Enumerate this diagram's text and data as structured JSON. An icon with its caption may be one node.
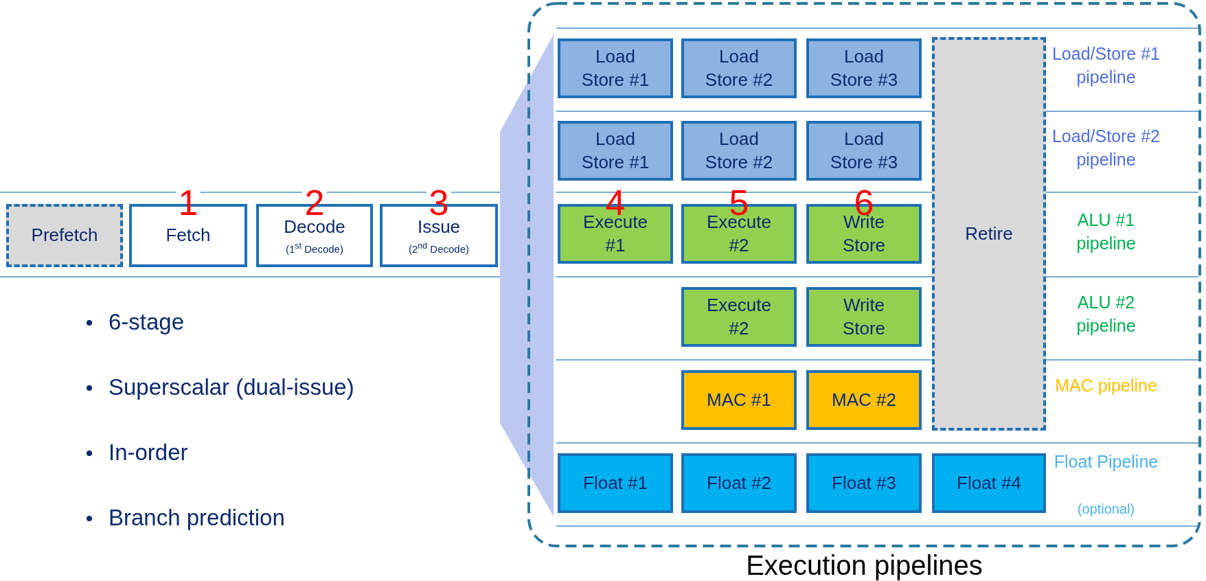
{
  "diagram": {
    "nodes": [
      {
        "text": [
          "Prefetch"
        ]
      },
      {
        "text": [
          "Fetch"
        ],
        "beside": [
          "1"
        ]
      },
      {
        "text": [
          "Decode",
          "(1$^{st}$ Decode)"
        ],
        "beside": [
          "2"
        ]
      },
      {
        "text": [
          "Issue",
          "(2$^{nd}$ Decode)"
        ],
        "beside": [
          "3"
        ]
      },
      {
        "text": [
          "Execution pipelines"
        ]
      },
      {
        "text": [
          "Load Store #1"
        ],
        "in": 4
      },
      {
        "text": [
          "Load Store #2"
        ],
        "in": 4
      },
      {
        "text": [
          "Load Store #3"
        ],
        "in": 4
      },
      {
        "text": [
          "Retire"
        ],
        "in": 4
      },
      {
        "text": [
          "Load Store #1"
        ],
        "in": 4
      },
      {
        "text": [
          "Load Store #2"
        ],
        "in": 4
      },
      {
        "text": [
          "Load Store #3"
        ],
        "in": 4
      },
      {
        "text": [
          "Execute #1"
        ],
        "in": 4,
        "beside": [
          "4"
        ]
      },
      {
        "text": [
          "Execute #2"
        ],
        "in": 4,
        "beside": [
          "5"
        ]
      },
      {
        "text": [
          "Write Store"
        ],
        "in": 4,
        "beside": [
          "6"
        ]
      },
      {
        "text": [
          "Execute #2"
        ],
        "in": 4
      },
      {
        "text": [
          "Write Store"
        ],
        "in": 4
      },
      {
        "text": [
          "MAC #1"
        ],
        "in": 4
      },
      {
        "text": [
          "MAC #2"
        ],
        "in": 4
      },
      {
        "text": [
          "Float #1"
        ],
        "in": 4
      },
      {
        "text": [
          "Float #2"
        ],
        "in": 4
      },
      {
        "text": [
          "Float #3"
        ],
        "in": 4
      },
      {
        "text": [
          "Float #4"
        ],
        "in": 4
      },
      {
        "text": [],
        "shape": "trapezoid"
      }
    ],
    "edges": [],
    "labels": [
      "Load/Store #1 pipeline",
      "Load/Store #2 pipeline",
      "ALU #1 pipeline",
      "ALU #2 pipeline",
      "MAC pipeline",
      "Float Pipeline",
      "(optional)",
      "6-stage",
      "Superscalar (dual-issue)",
      "In-order",
      "Branch prediction"
    ]
  }
}
